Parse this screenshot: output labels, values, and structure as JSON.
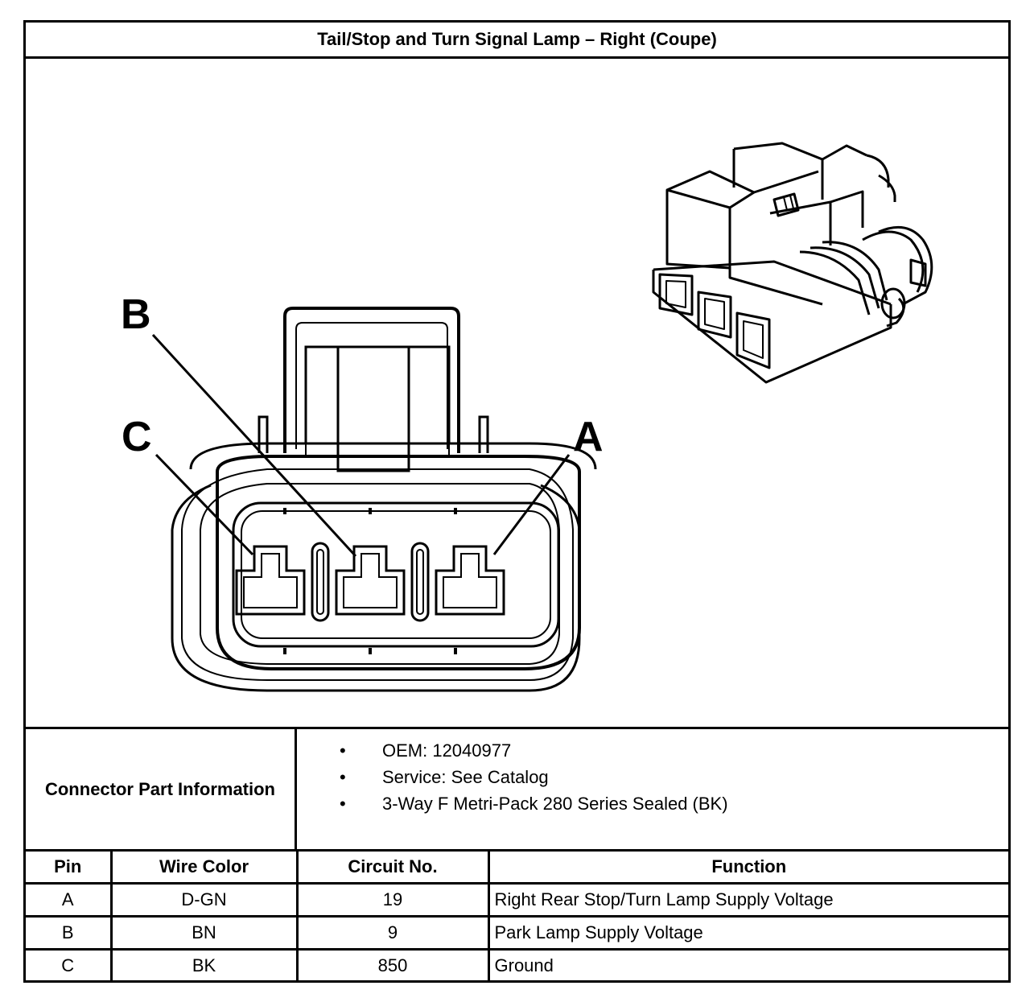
{
  "title": "Tail/Stop and Turn Signal Lamp – Right (Coupe)",
  "pin_labels": {
    "a": "A",
    "b": "B",
    "c": "C"
  },
  "connector_info": {
    "label": "Connector Part Information",
    "items": [
      "OEM: 12040977",
      "Service: See Catalog",
      "3-Way F Metri-Pack 280 Series Sealed (BK)"
    ]
  },
  "table": {
    "headers": [
      "Pin",
      "Wire Color",
      "Circuit No.",
      "Function"
    ],
    "rows": [
      {
        "pin": "A",
        "wire_color": "D-GN",
        "circuit": "19",
        "function": "Right Rear Stop/Turn Lamp Supply Voltage"
      },
      {
        "pin": "B",
        "wire_color": "BN",
        "circuit": "9",
        "function": "Park Lamp Supply Voltage"
      },
      {
        "pin": "C",
        "wire_color": "BK",
        "circuit": "850",
        "function": "Ground"
      }
    ]
  }
}
